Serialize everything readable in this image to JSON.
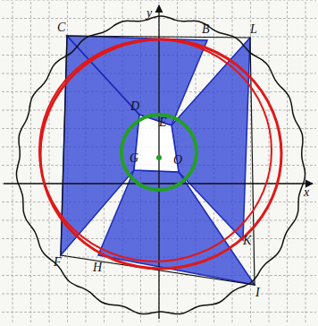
{
  "diagram": {
    "labels": [
      "y",
      "C",
      "B",
      "L",
      "D",
      "E",
      "G",
      "O",
      "x",
      "K",
      "F",
      "H",
      "I"
    ]
  }
}
